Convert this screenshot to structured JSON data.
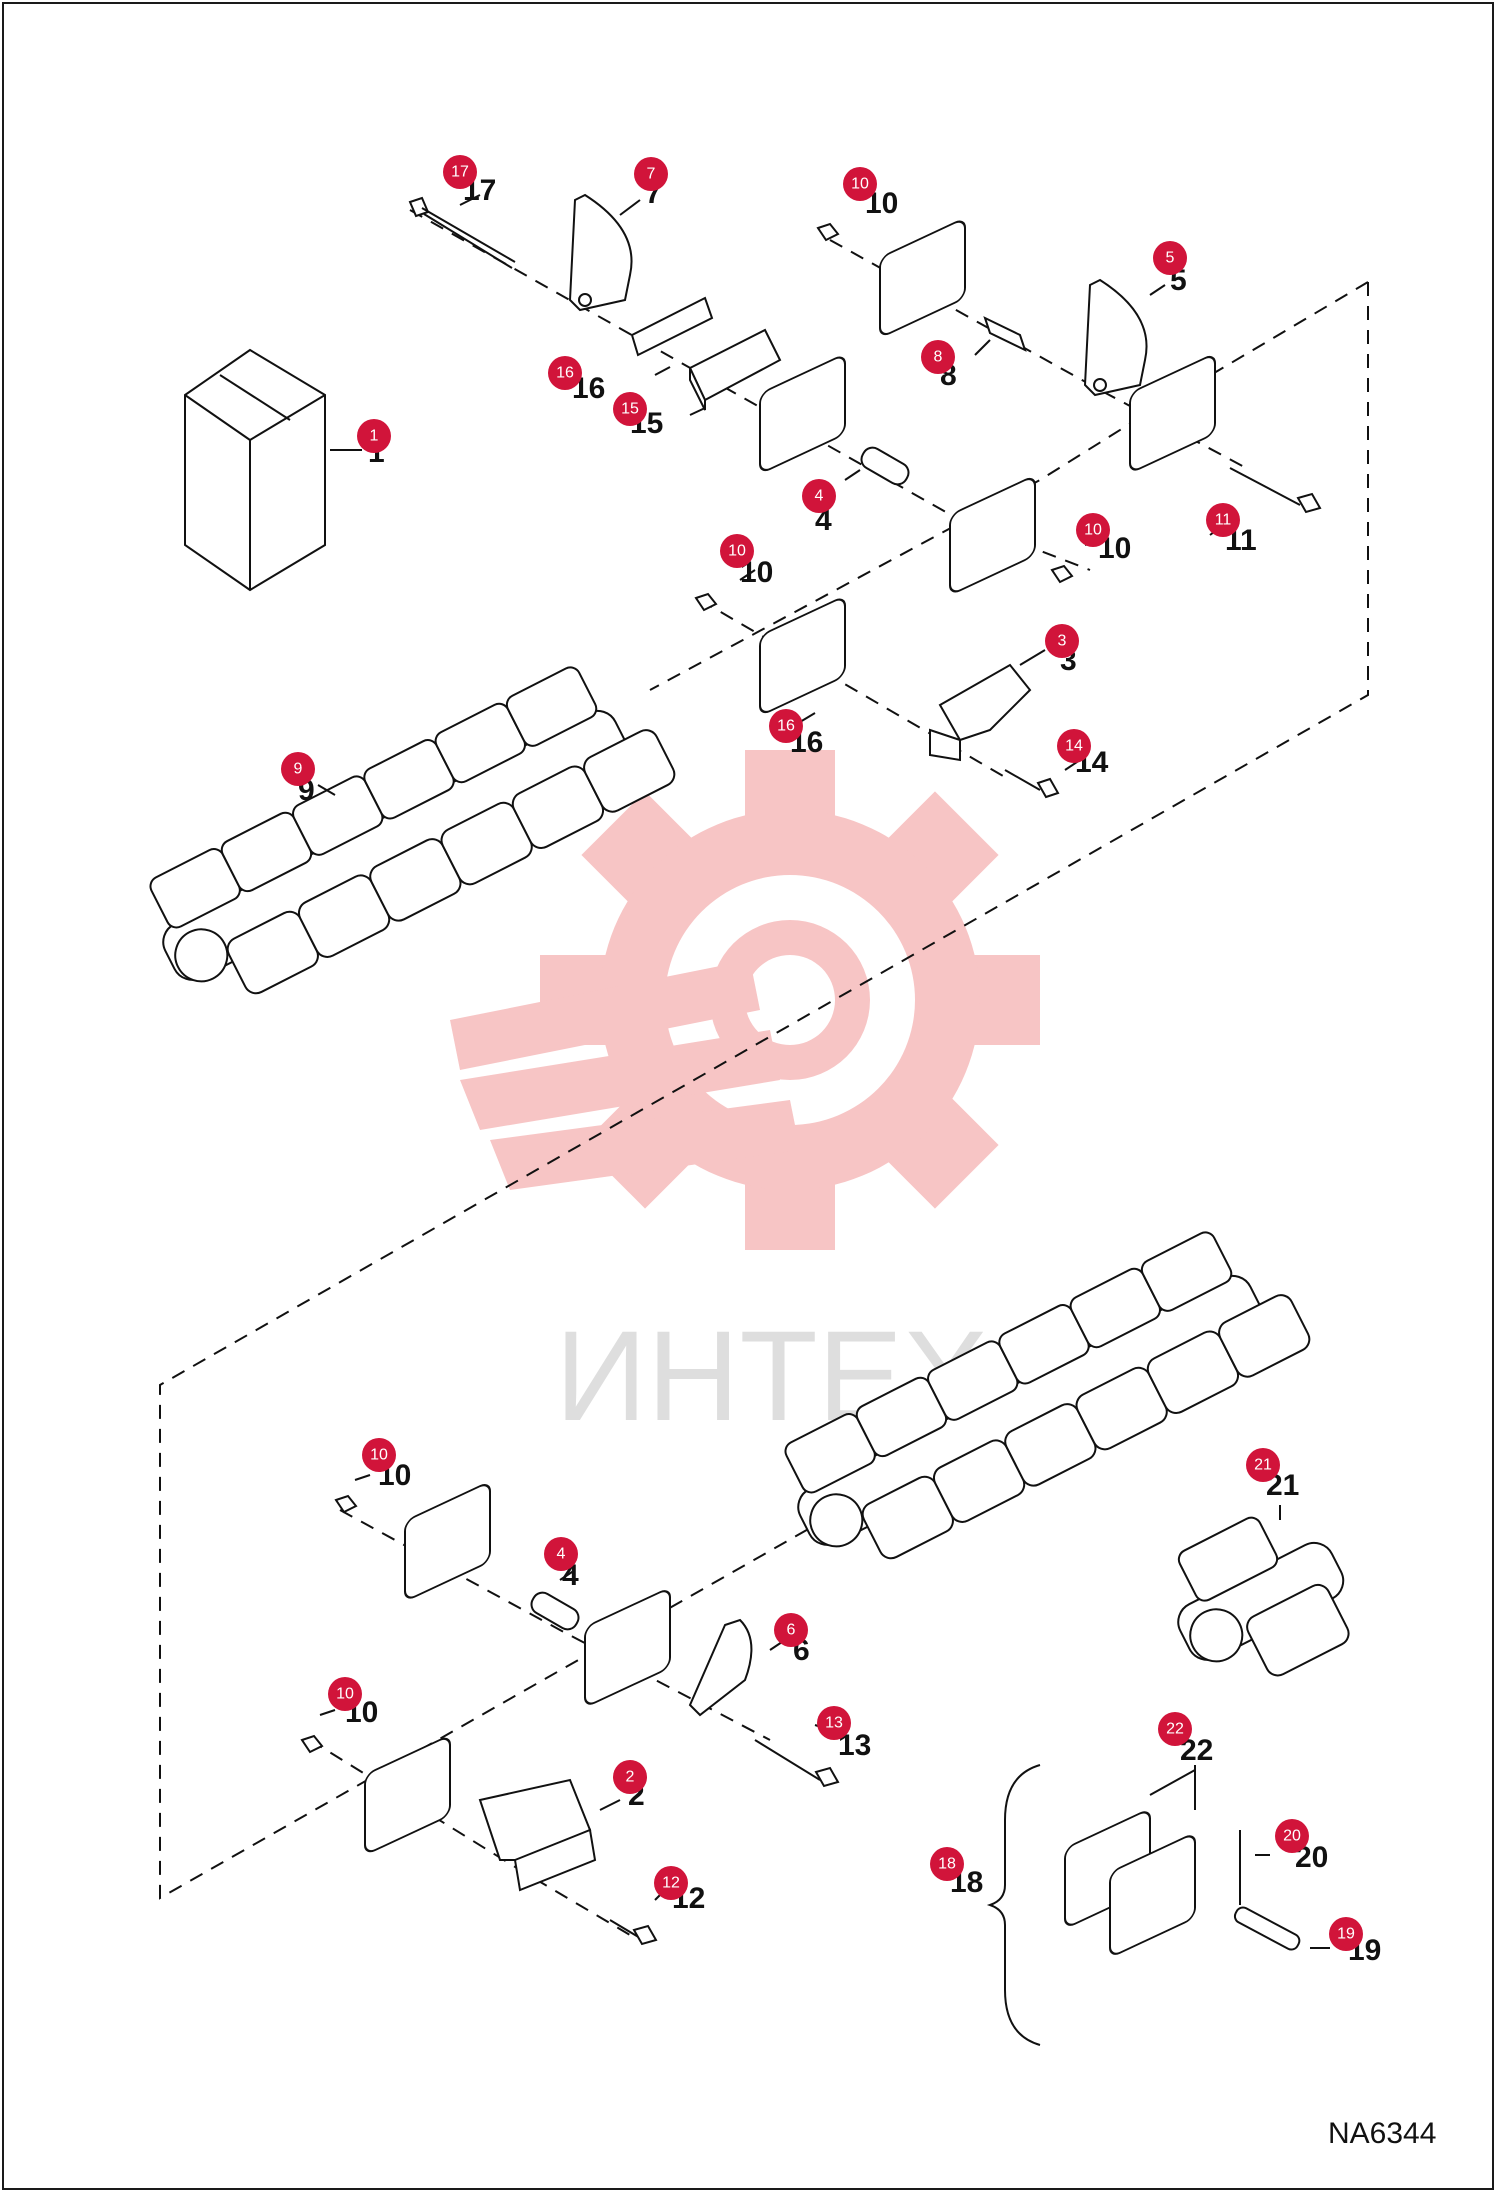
{
  "drawing_code": "NA6344",
  "watermark": {
    "text": "ИНТЕХ",
    "gear_color": "#f7c5c5",
    "text_color": "#dedede"
  },
  "badge_color": "#d1143a",
  "callouts": [
    {
      "id": "c1",
      "number": "1"
    },
    {
      "id": "c2",
      "number": "2"
    },
    {
      "id": "c3",
      "number": "3"
    },
    {
      "id": "c4a",
      "number": "4"
    },
    {
      "id": "c4b",
      "number": "4"
    },
    {
      "id": "c5",
      "number": "5"
    },
    {
      "id": "c6",
      "number": "6"
    },
    {
      "id": "c7",
      "number": "7"
    },
    {
      "id": "c8",
      "number": "8"
    },
    {
      "id": "c9",
      "number": "9"
    },
    {
      "id": "c10a",
      "number": "10"
    },
    {
      "id": "c10b",
      "number": "10"
    },
    {
      "id": "c10c",
      "number": "10"
    },
    {
      "id": "c10d",
      "number": "10"
    },
    {
      "id": "c10e",
      "number": "10"
    },
    {
      "id": "c11",
      "number": "11"
    },
    {
      "id": "c12",
      "number": "12"
    },
    {
      "id": "c13",
      "number": "13"
    },
    {
      "id": "c14",
      "number": "14"
    },
    {
      "id": "c15",
      "number": "15"
    },
    {
      "id": "c16a",
      "number": "16"
    },
    {
      "id": "c16b",
      "number": "16"
    },
    {
      "id": "c17",
      "number": "17"
    },
    {
      "id": "c18",
      "number": "18"
    },
    {
      "id": "c19",
      "number": "19"
    },
    {
      "id": "c20",
      "number": "20"
    },
    {
      "id": "c21",
      "number": "21"
    },
    {
      "id": "c22",
      "number": "22"
    }
  ]
}
